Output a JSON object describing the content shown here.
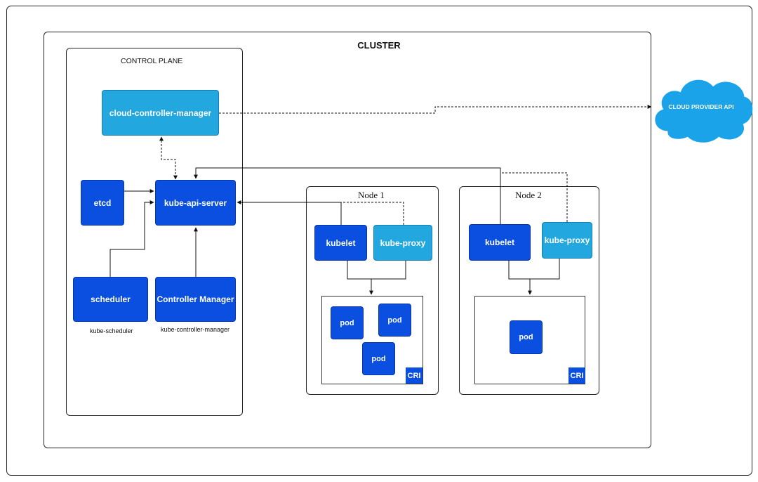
{
  "cluster": {
    "title": "CLUSTER"
  },
  "control_plane": {
    "title": "CONTROL PLANE",
    "cloud_controller_manager": "cloud-controller-manager",
    "etcd": "etcd",
    "kube_api_server": "kube-api-server",
    "scheduler": "scheduler",
    "scheduler_caption": "kube-scheduler",
    "controller_manager": "Controller Manager",
    "controller_manager_caption": "kube-controller-manager"
  },
  "node1": {
    "title": "Node 1",
    "kubelet": "kubelet",
    "kube_proxy": "kube-proxy",
    "pods": [
      "pod",
      "pod",
      "pod"
    ],
    "cri": "CRI"
  },
  "node2": {
    "title": "Node 2",
    "kubelet": "kubelet",
    "kube_proxy": "kube-proxy",
    "pods": [
      "pod"
    ],
    "cri": "CRI"
  },
  "cloud": {
    "label": "CLOUD PROVIDER API"
  },
  "colors": {
    "dark_blue": "#0a4fe0",
    "light_blue": "#23a7df",
    "cloud": "#1aa3e8"
  }
}
